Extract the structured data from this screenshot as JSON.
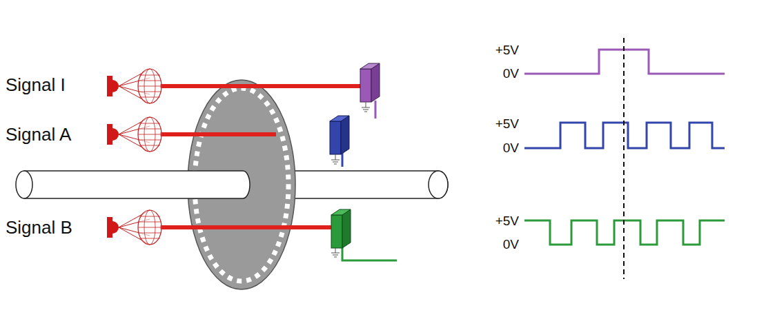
{
  "diagram": {
    "labels": [
      "Signal I",
      "Signal A",
      "Signal B",
      "+5V",
      "0V",
      "+5V",
      "0V",
      "+5V",
      "0V"
    ]
  }
}
